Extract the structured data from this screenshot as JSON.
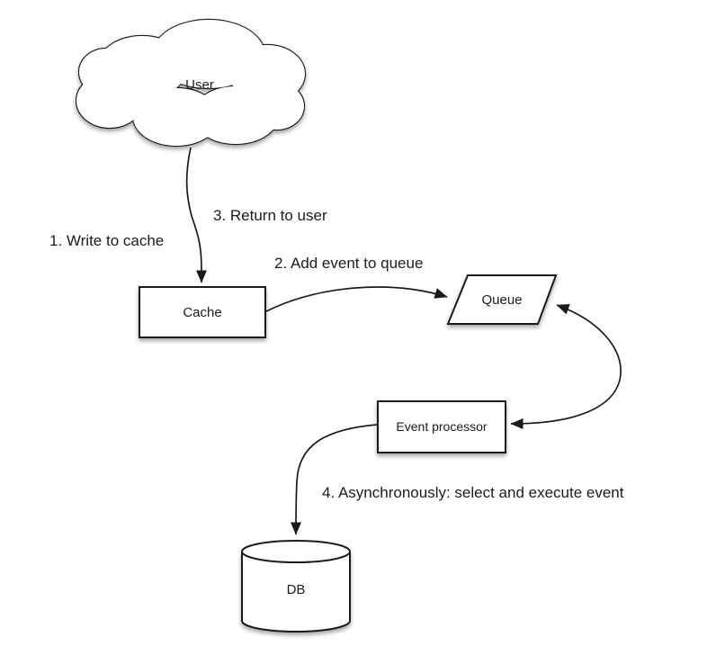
{
  "diagram": {
    "type": "flowchart",
    "nodes": {
      "user": {
        "label": "User",
        "shape": "cloud"
      },
      "cache": {
        "label": "Cache",
        "shape": "rectangle"
      },
      "queue": {
        "label": "Queue",
        "shape": "parallelogram"
      },
      "event_processor": {
        "label": "Event processor",
        "shape": "rectangle"
      },
      "db": {
        "label": "DB",
        "shape": "cylinder"
      }
    },
    "steps": {
      "step1": "1. Write to cache",
      "step2": "2. Add event to queue",
      "step3": "3. Return to user",
      "step4": "4. Asynchronously: select and execute event"
    },
    "edges": [
      {
        "from": "user",
        "to": "cache",
        "bidirectional": false,
        "step_ids": [
          "step1",
          "step3"
        ]
      },
      {
        "from": "cache",
        "to": "queue",
        "bidirectional": false,
        "step_ids": [
          "step2"
        ]
      },
      {
        "from": "queue",
        "to": "event_processor",
        "bidirectional": true,
        "step_ids": []
      },
      {
        "from": "event_processor",
        "to": "db",
        "bidirectional": false,
        "step_ids": [
          "step4"
        ]
      }
    ],
    "colors": {
      "stroke": "#1a1a1a",
      "node_fill": "#ffffff",
      "text": "#1c1c1e",
      "background": "#ffffff"
    }
  }
}
